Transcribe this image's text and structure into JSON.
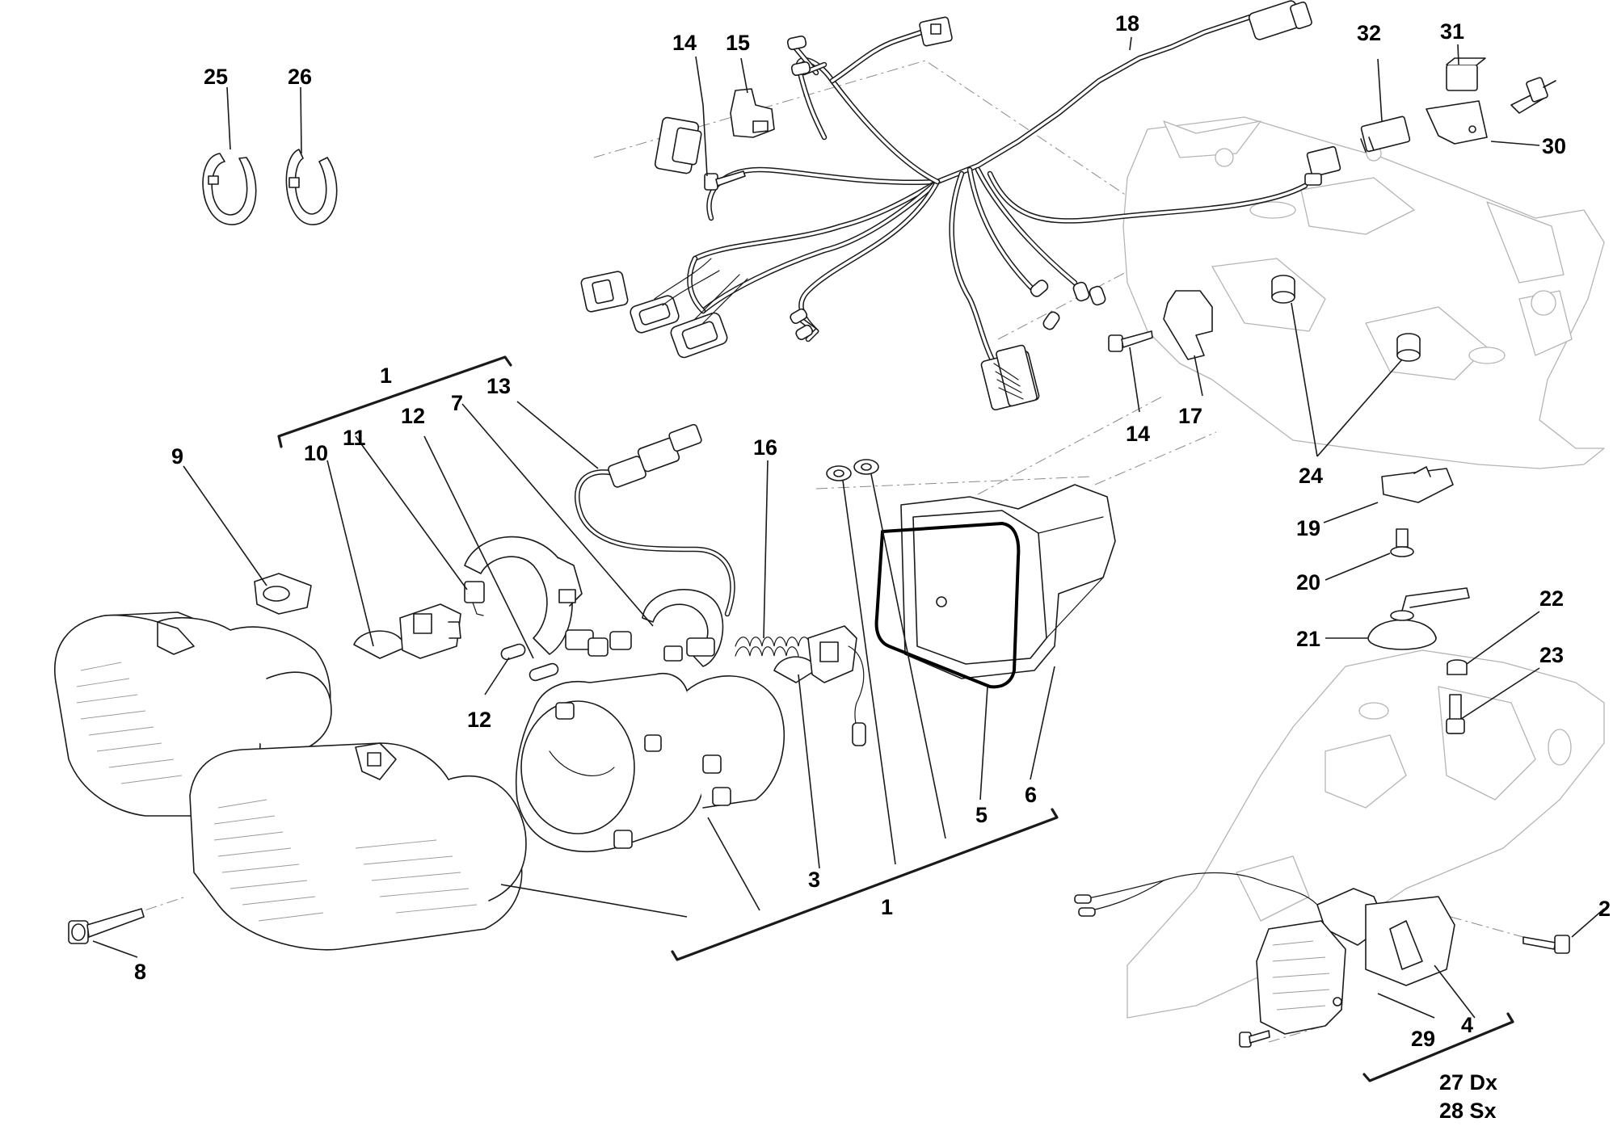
{
  "callouts": {
    "c1a": "1",
    "c1b": "1",
    "c2": "2",
    "c3": "3",
    "c4": "4",
    "c5": "5",
    "c6": "6",
    "c7": "7",
    "c8": "8",
    "c9": "9",
    "c10": "10",
    "c11": "11",
    "c12a": "12",
    "c12b": "12",
    "c13": "13",
    "c14a": "14",
    "c14b": "14",
    "c15": "15",
    "c16": "16",
    "c17": "17",
    "c18": "18",
    "c19": "19",
    "c20": "20",
    "c21": "21",
    "c22": "22",
    "c23": "23",
    "c24": "24",
    "c25": "25",
    "c26": "26",
    "c27": "27 Dx",
    "c28": "28 Sx",
    "c29": "29",
    "c30": "30",
    "c31": "31",
    "c32": "32"
  }
}
